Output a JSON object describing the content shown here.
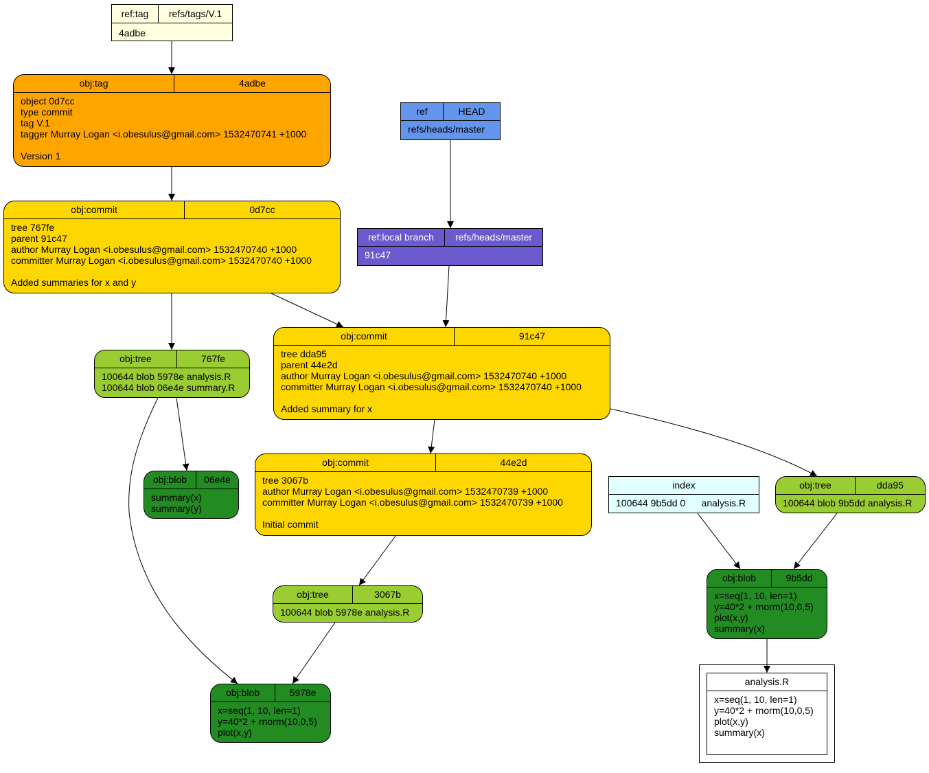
{
  "nodes": {
    "ref_tag": {
      "h1": "ref:tag",
      "h2": "refs/tags/V.1",
      "body": "4adbe",
      "color": "#ffffe0"
    },
    "obj_tag": {
      "h1": "obj:tag",
      "h2": "4adbe",
      "body": "object 0d7cc\ntype commit\ntag V.1\ntagger Murray Logan <i.obesulus@gmail.com> 1532470741 +1000\n\nVersion 1",
      "color": "#ffa500"
    },
    "ref_head": {
      "h1": "ref",
      "h2": "HEAD",
      "body": "refs/heads/master",
      "color": "#6495ed"
    },
    "ref_branch": {
      "h1": "ref:local branch",
      "h2": "refs/heads/master",
      "body": "91c47",
      "color": "#6a5acd"
    },
    "commit_0d7cc": {
      "h1": "obj:commit",
      "h2": "0d7cc",
      "body": "tree 767fe\nparent 91c47\nauthor Murray Logan <i.obesulus@gmail.com> 1532470740 +1000\ncommitter Murray Logan <i.obesulus@gmail.com> 1532470740 +1000\n\nAdded summaries for x and y",
      "color": "#ffd700"
    },
    "commit_91c47": {
      "h1": "obj:commit",
      "h2": "91c47",
      "body": "tree dda95\nparent 44e2d\nauthor Murray Logan <i.obesulus@gmail.com> 1532470740 +1000\ncommitter Murray Logan <i.obesulus@gmail.com> 1532470740 +1000\n\nAdded summary for x",
      "color": "#ffd700"
    },
    "commit_44e2d": {
      "h1": "obj:commit",
      "h2": "44e2d",
      "body": "tree 3067b\nauthor Murray Logan <i.obesulus@gmail.com> 1532470739 +1000\ncommitter Murray Logan <i.obesulus@gmail.com> 1532470739 +1000\n\nInitial commit",
      "color": "#ffd700"
    },
    "tree_767fe": {
      "h1": "obj:tree",
      "h2": "767fe",
      "body": "100644 blob 5978e analysis.R\n100644 blob 06e4e summary.R",
      "color": "#9acd32"
    },
    "tree_dda95": {
      "h1": "obj:tree",
      "h2": "dda95",
      "body": "100644 blob 9b5dd analysis.R",
      "color": "#9acd32"
    },
    "tree_3067b": {
      "h1": "obj:tree",
      "h2": "3067b",
      "body": "100644 blob 5978e analysis.R",
      "color": "#9acd32"
    },
    "blob_06e4e": {
      "h1": "obj:blob",
      "h2": "06e4e",
      "body": "summary(x)\nsummary(y)",
      "color": "#228b22"
    },
    "blob_9b5dd": {
      "h1": "obj:blob",
      "h2": "9b5dd",
      "body": "x=seq(1, 10, len=1)\ny=40*2 + rnorm(10,0,5)\nplot(x,y)\nsummary(x)",
      "color": "#228b22"
    },
    "blob_5978e": {
      "h1": "obj:blob",
      "h2": "5978e",
      "body": "x=seq(1, 10, len=1)\ny=40*2 + rnorm(10,0,5)\nplot(x,y)",
      "color": "#228b22"
    },
    "index": {
      "h1": "index",
      "body": "100644 9b5dd 0      analysis.R",
      "color": "#e0ffff"
    },
    "file_analysis": {
      "h1": "analysis.R",
      "body": "x=seq(1, 10, len=1)\ny=40*2 + rnorm(10,0,5)\nplot(x,y)\nsummary(x)",
      "color": "#ffffff"
    }
  }
}
